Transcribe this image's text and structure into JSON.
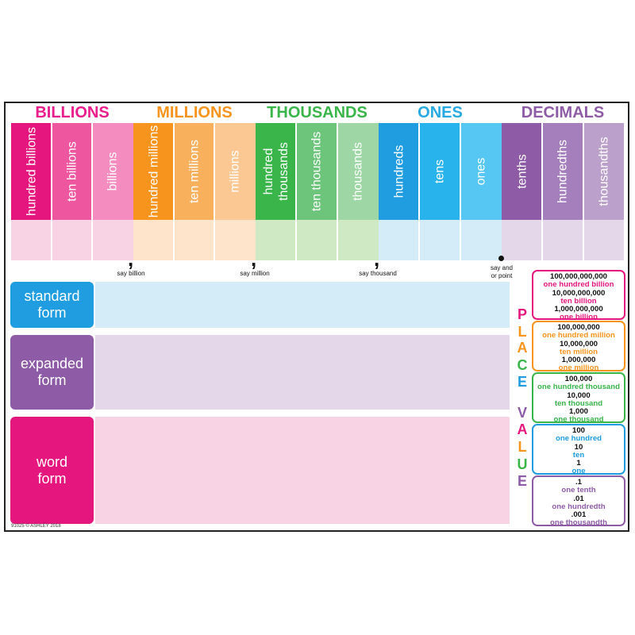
{
  "groups": [
    {
      "title": "BILLIONS",
      "color": "#e91e8c"
    },
    {
      "title": "MILLIONS",
      "color": "#f7941d"
    },
    {
      "title": "THOUSANDS",
      "color": "#39b54a"
    },
    {
      "title": "ONES",
      "color": "#27aae1"
    },
    {
      "title": "DECIMALS",
      "color": "#8e5ca6"
    }
  ],
  "columns": [
    "hundred billions",
    "ten billions",
    "billions",
    "hundred millions",
    "ten millions",
    "millions",
    "hundred thousands",
    "ten thousands",
    "thousands",
    "hundreds",
    "tens",
    "ones",
    "tenths",
    "hundredths",
    "thousandths"
  ],
  "separators": {
    "billion": "say billion",
    "million": "say million",
    "thousand": "say thousand",
    "point_line1": "say and",
    "point_line2": "or point"
  },
  "forms": {
    "standard_line1": "standard",
    "standard_line2": "form",
    "expanded_line1": "expanded",
    "expanded_line2": "form",
    "word_line1": "word",
    "word_line2": "form"
  },
  "place_value_letters": [
    "P",
    "L",
    "A",
    "C",
    "E",
    "V",
    "A",
    "L",
    "U",
    "E"
  ],
  "place_value_boxes": [
    {
      "color": "#e91e8c",
      "lines": [
        {
          "num": "100,000,000,000",
          "word": "one hundred billion"
        },
        {
          "num": "10,000,000,000",
          "word": "ten billion"
        },
        {
          "num": "1,000,000,000",
          "word": "one billion"
        }
      ]
    },
    {
      "color": "#f7941d",
      "lines": [
        {
          "num": "100,000,000",
          "word": "one hundred million"
        },
        {
          "num": "10,000,000",
          "word": "ten million"
        },
        {
          "num": "1,000,000",
          "word": "one million"
        }
      ]
    },
    {
      "color": "#39b54a",
      "lines": [
        {
          "num": "100,000",
          "word": "one hundred thousand"
        },
        {
          "num": "10,000",
          "word": "ten thousand"
        },
        {
          "num": "1,000",
          "word": "one thousand"
        }
      ]
    },
    {
      "color": "#27aae1",
      "lines": [
        {
          "num": "100",
          "word": "one hundred"
        },
        {
          "num": "10",
          "word": "ten"
        },
        {
          "num": "1",
          "word": "one"
        }
      ]
    },
    {
      "color": "#8e5ca6",
      "lines": [
        {
          "num": ".1",
          "word": "one tenth"
        },
        {
          "num": ".01",
          "word": "one hundredth"
        },
        {
          "num": ".001",
          "word": "one thousandth"
        }
      ]
    }
  ],
  "footer": "91025 © ASHLEY 2018"
}
